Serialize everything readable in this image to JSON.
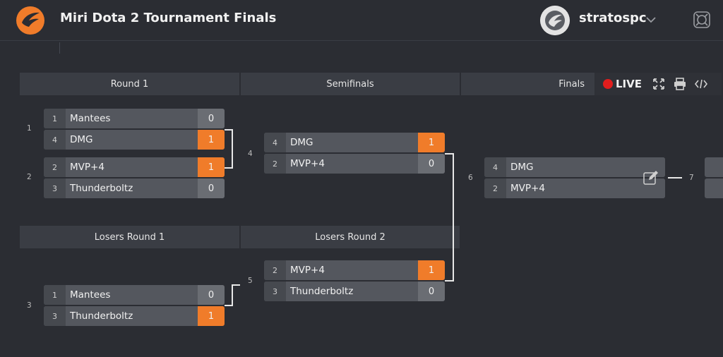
{
  "header": {
    "title": "Miri Dota 2 Tournament Finals",
    "username": "stratospc",
    "logo_icon": "wing-logo-icon",
    "accent": "#f07c2a"
  },
  "rounds": [
    {
      "label": "Round 1"
    },
    {
      "label": "Semifinals"
    },
    {
      "label": "Finals"
    },
    {
      "label": "Losers Round 1"
    },
    {
      "label": "Losers Round 2"
    }
  ],
  "live": {
    "label": "LIVE",
    "color": "#e11d1d"
  },
  "matches": [
    {
      "number": "1",
      "teams": [
        {
          "seed": "1",
          "name": "Mantees",
          "score": "0",
          "win": false
        },
        {
          "seed": "4",
          "name": "DMG",
          "score": "1",
          "win": true
        }
      ]
    },
    {
      "number": "2",
      "teams": [
        {
          "seed": "2",
          "name": "MVP+4",
          "score": "1",
          "win": true
        },
        {
          "seed": "3",
          "name": "Thunderboltz",
          "score": "0",
          "win": false
        }
      ]
    },
    {
      "number": "4",
      "teams": [
        {
          "seed": "4",
          "name": "DMG",
          "score": "1",
          "win": true
        },
        {
          "seed": "2",
          "name": "MVP+4",
          "score": "0",
          "win": false
        }
      ]
    },
    {
      "number": "6",
      "teams": [
        {
          "seed": "4",
          "name": "DMG",
          "score": "",
          "win": false
        },
        {
          "seed": "2",
          "name": "MVP+4",
          "score": "",
          "win": false
        }
      ]
    },
    {
      "number": "3",
      "teams": [
        {
          "seed": "1",
          "name": "Mantees",
          "score": "0",
          "win": false
        },
        {
          "seed": "3",
          "name": "Thunderboltz",
          "score": "1",
          "win": true
        }
      ]
    },
    {
      "number": "5",
      "teams": [
        {
          "seed": "2",
          "name": "MVP+4",
          "score": "1",
          "win": true
        },
        {
          "seed": "3",
          "name": "Thunderboltz",
          "score": "0",
          "win": false
        }
      ]
    },
    {
      "number": "7",
      "teams": []
    }
  ]
}
